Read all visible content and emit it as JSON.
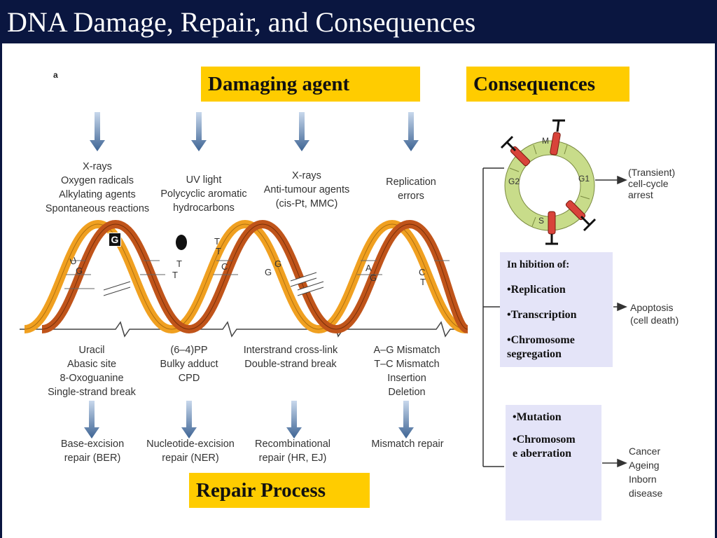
{
  "title": "DNA Damage, Repair, and Consequences",
  "figure_label": "a",
  "headers": {
    "damaging_agent": "Damaging agent",
    "consequences": "Consequences",
    "repair_process": "Repair Process"
  },
  "agents": [
    [
      "X-rays",
      "Oxygen radicals",
      "Alkylating agents",
      "Spontaneous reactions"
    ],
    [
      "UV light",
      "Polycyclic aromatic",
      "hydrocarbons"
    ],
    [
      "X-rays",
      "Anti-tumour agents",
      "(cis-Pt, MMC)"
    ],
    [
      "Replication",
      "errors"
    ]
  ],
  "lesions": [
    [
      "Uracil",
      "Abasic site",
      "8-Oxoguanine",
      "Single-strand break"
    ],
    [
      "(6–4)PP",
      "Bulky adduct",
      "CPD"
    ],
    [
      "Interstrand cross-link",
      "Double-strand break"
    ],
    [
      "A–G Mismatch",
      "T–C Mismatch",
      "Insertion",
      "Deletion"
    ]
  ],
  "repairs": [
    [
      "Base-excision",
      "repair (BER)"
    ],
    [
      "Nucleotide-excision",
      "repair (NER)"
    ],
    [
      "Recombinational",
      "repair (HR, EJ)"
    ],
    [
      "Mismatch repair"
    ]
  ],
  "dna_letters": {
    "g_box": "G",
    "ug": [
      "U",
      "G"
    ],
    "tt_left": [
      "T",
      "T"
    ],
    "tt_right": [
      "T",
      "T"
    ],
    "c": "C",
    "gg": [
      "G",
      "G"
    ],
    "ag": [
      "A",
      "G"
    ],
    "ct": [
      "C",
      "T"
    ]
  },
  "cell_cycle": {
    "phases": [
      "M",
      "G1",
      "S",
      "G2"
    ]
  },
  "inhibition_box": {
    "heading": "In hibition of:",
    "items": [
      "•Replication",
      "•Transcription",
      "•Chromosome",
      "segregation"
    ]
  },
  "mutation_box": {
    "items": [
      "•Mutation",
      "•Chromosom",
      "e aberration"
    ]
  },
  "outcomes": {
    "arrest": [
      "(Transient)",
      "cell-cycle",
      "arrest"
    ],
    "apoptosis": [
      "Apoptosis",
      "(cell death)"
    ],
    "disease": [
      "Cancer",
      "Ageing",
      "Inborn",
      "disease"
    ]
  },
  "colors": {
    "title_bg": "#0a1640",
    "header_yellow": "#ffcc00",
    "box_lavender": "#e4e4f8",
    "strand_orange": "#f0a020",
    "strand_brown": "#c0541a",
    "arrow_blue": "#4a6e9e",
    "cycle_green": "#c8dc8a",
    "checkpoint_red": "#d8433a"
  }
}
